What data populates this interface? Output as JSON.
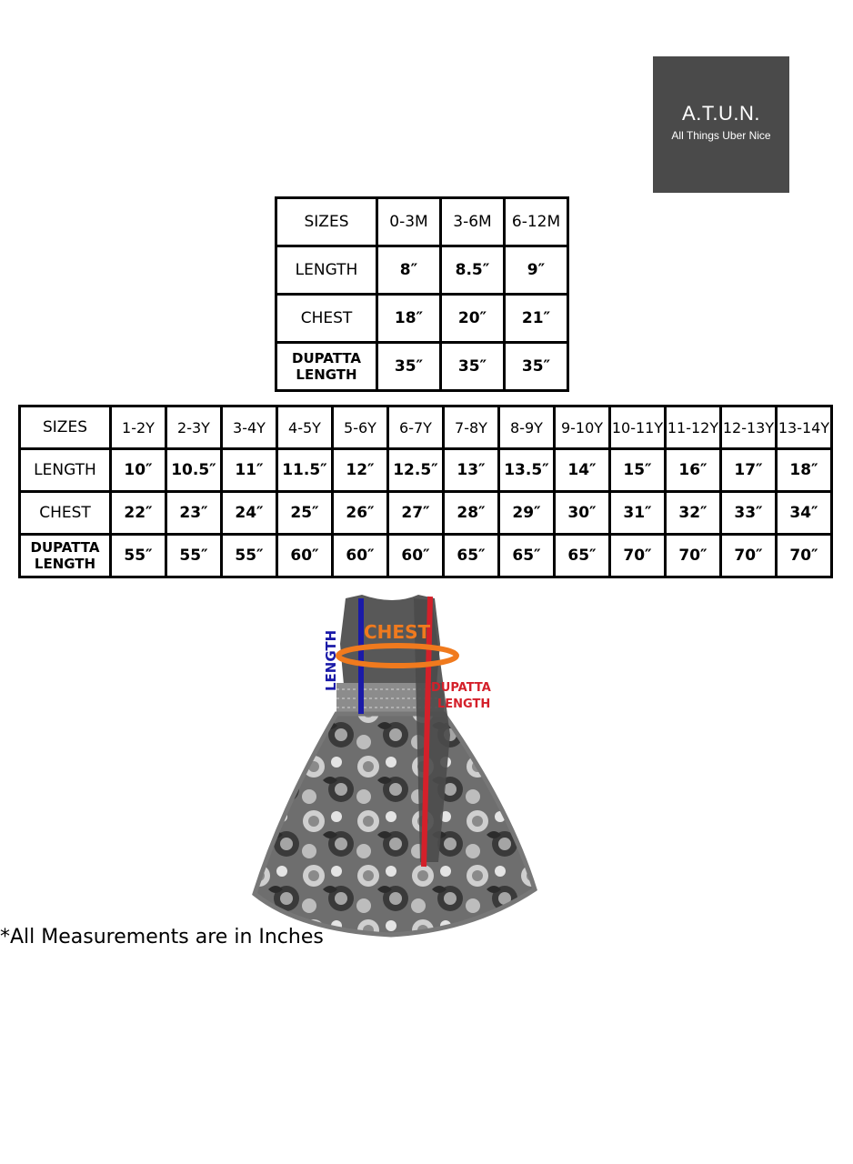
{
  "logo": {
    "name": "A.T.U.N.",
    "tagline": "All Things Uber Nice",
    "bg": "#4a4a4a"
  },
  "infant_table": {
    "headers": [
      "SIZES",
      "0-3M",
      "3-6M",
      "6-12M"
    ],
    "rows": [
      {
        "label": "LENGTH",
        "values": [
          "8″",
          "8.5″",
          "9″"
        ]
      },
      {
        "label": "CHEST",
        "values": [
          "18″",
          "20″",
          "21″"
        ]
      },
      {
        "label": "DUPATTA LENGTH",
        "values": [
          "35″",
          "35″",
          "35″"
        ]
      }
    ]
  },
  "kids_table": {
    "headers": [
      "SIZES",
      "1-2Y",
      "2-3Y",
      "3-4Y",
      "4-5Y",
      "5-6Y",
      "6-7Y",
      "7-8Y",
      "8-9Y",
      "9-10Y",
      "10-11Y",
      "11-12Y",
      "12-13Y",
      "13-14Y"
    ],
    "rows": [
      {
        "label": "LENGTH",
        "values": [
          "10″",
          "10.5″",
          "11″",
          "11.5″",
          "12″",
          "12.5″",
          "13″",
          "13.5″",
          "14″",
          "15″",
          "16″",
          "17″",
          "18″"
        ]
      },
      {
        "label": "CHEST",
        "values": [
          "22″",
          "23″",
          "24″",
          "25″",
          "26″",
          "27″",
          "28″",
          "29″",
          "30″",
          "31″",
          "32″",
          "33″",
          "34″"
        ]
      },
      {
        "label": "DUPATTA LENGTH",
        "values": [
          "55″",
          "55″",
          "55″",
          "60″",
          "60″",
          "60″",
          "65″",
          "65″",
          "65″",
          "70″",
          "70″",
          "70″",
          "70″"
        ]
      }
    ]
  },
  "diagram": {
    "length_label": "LENGTH",
    "chest_label": "CHEST",
    "dupatta_label_1": "DUPATTA",
    "dupatta_label_2": "LENGTH",
    "colors": {
      "length": "#1a1aa8",
      "chest": "#f07a1e",
      "dupatta": "#d4202a"
    }
  },
  "footnote": "*All Measurements are in Inches"
}
